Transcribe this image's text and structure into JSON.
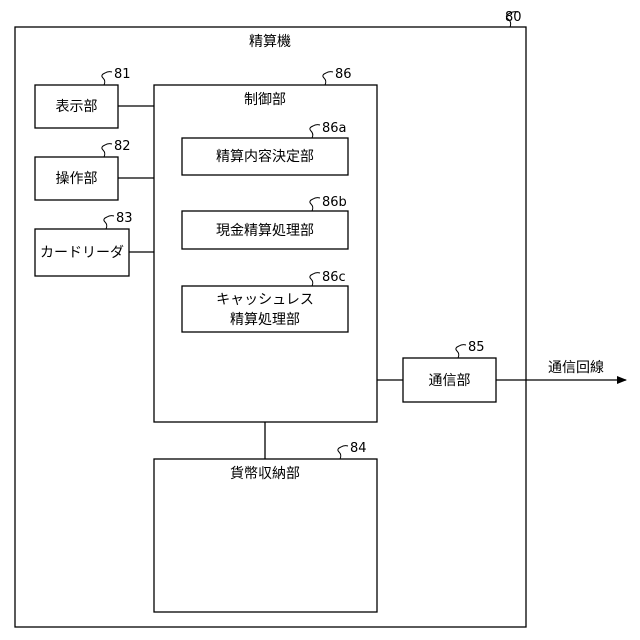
{
  "machine": {
    "ref": "80",
    "label": "精算機"
  },
  "display": {
    "ref": "81",
    "label": "表示部"
  },
  "operation": {
    "ref": "82",
    "label": "操作部"
  },
  "card_reader": {
    "ref": "83",
    "label": "カードリーダ"
  },
  "control": {
    "ref": "86",
    "label": "制御部",
    "content_decision": {
      "ref": "86a",
      "label": "精算内容決定部"
    },
    "cash_processing": {
      "ref": "86b",
      "label": "現金精算処理部"
    },
    "cashless_processing": {
      "ref": "86c",
      "label_line1": "キャッシュレス",
      "label_line2": "精算処理部"
    }
  },
  "cash_storage": {
    "ref": "84",
    "label": "貨幣収納部"
  },
  "communication": {
    "ref": "85",
    "label": "通信部"
  },
  "comm_line": {
    "label": "通信回線"
  }
}
